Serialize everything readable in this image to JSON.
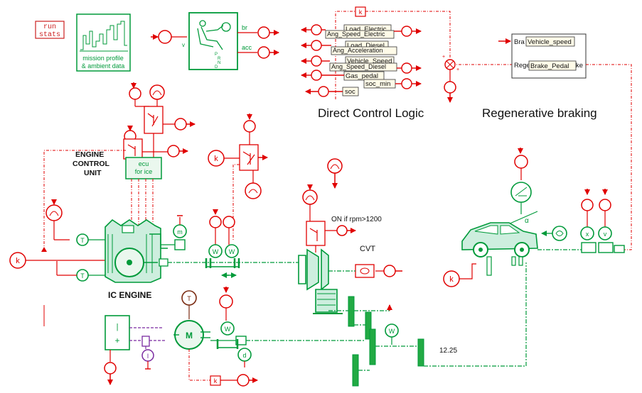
{
  "buttons": {
    "run_stats_line1": "run",
    "run_stats_line2": "stats"
  },
  "mission": {
    "line1": "mission profile",
    "line2": "& ambient data"
  },
  "driver": {
    "out_br": "br",
    "out_acc": "acc",
    "in_v": "v",
    "gears": [
      "P",
      "R",
      "N",
      "D"
    ]
  },
  "control_logic": {
    "title": "Direct Control Logic",
    "labels": [
      "Load_Electric",
      "Ang_Speed_Electric",
      "Load_Diesel",
      "Ang_Acceleration",
      "Vehicle_Speed",
      "Ang_Speed_Diesel",
      "Gas_pedal",
      "soc_min",
      "soc"
    ],
    "gain": "k"
  },
  "regen": {
    "title": "Regenerative braking",
    "labels": [
      "Vehicle_speed",
      "Brake_Pedal"
    ],
    "in1": "Bra",
    "in2": "Rege",
    "ghost": "ke"
  },
  "engine": {
    "ecu_label_line1": "ENGINE",
    "ecu_label_line2": "CONTROL",
    "ecu_label_line3": "UNIT",
    "ecu_box_line1": "ecu",
    "ecu_box_line2": "for ice",
    "name": "IC ENGINE",
    "sensor_T": "T",
    "sensor_m": "m",
    "gain_k": "k"
  },
  "drivetrain": {
    "switch_note": "ON if rpm>1200",
    "cvt": "CVT",
    "ratio": "12.25",
    "sensor_W": "W",
    "sensor_k": "k"
  },
  "vehicle": {
    "sensor_x": "x",
    "sensor_v": "v",
    "sensor_k": "k",
    "alpha": "α"
  },
  "electric": {
    "motor": "M",
    "battery_minus": "|",
    "battery_plus": "+",
    "current": "I",
    "torque": "T",
    "d_sensor": "d",
    "gain_k": "k"
  }
}
